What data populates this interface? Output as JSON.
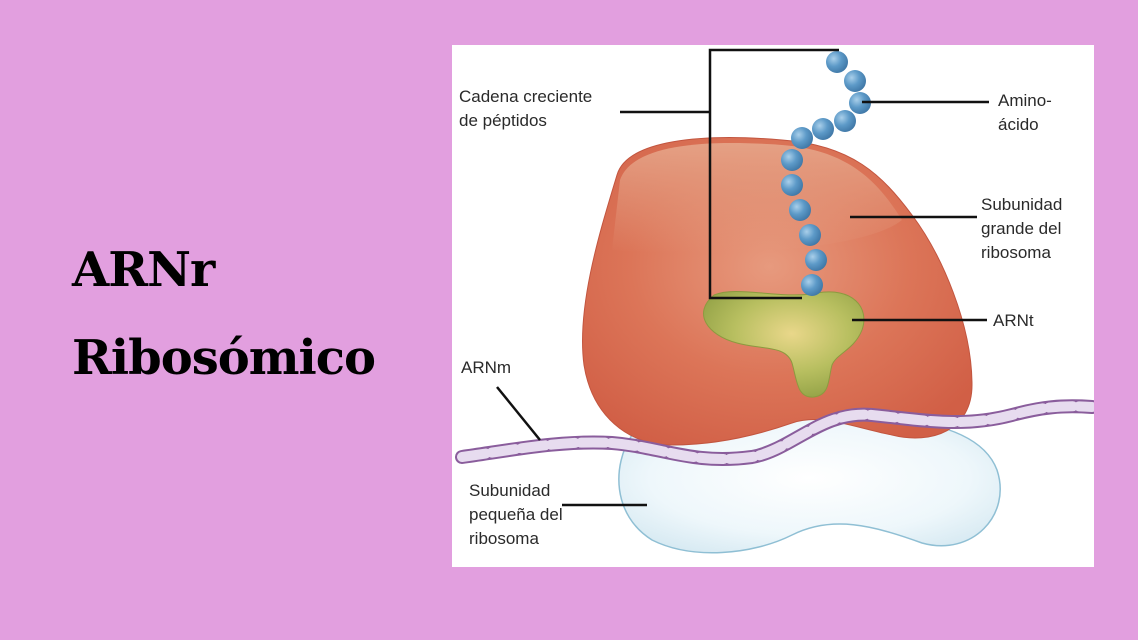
{
  "slide": {
    "title_line1": "ARNr",
    "title_line2": "Ribosómico"
  },
  "diagram": {
    "labels": {
      "peptide_chain": [
        "Cadena creciente",
        "de péptidos"
      ],
      "amino_acid": [
        "Amino-",
        "ácido"
      ],
      "large_subunit": [
        "Subunidad",
        "grande del",
        "ribosoma"
      ],
      "trna": [
        "ARNt"
      ],
      "mrna": [
        "ARNm"
      ],
      "small_subunit": [
        "Subunidad",
        "pequeña del",
        "ribosoma"
      ]
    },
    "colors": {
      "background": "#e29fdf",
      "large_subunit": "#d9684f",
      "small_subunit": "#e3f1f7",
      "trna": "#a9b556",
      "mrna": "#c9b2d6",
      "amino_acid": "#5b97c6"
    }
  }
}
